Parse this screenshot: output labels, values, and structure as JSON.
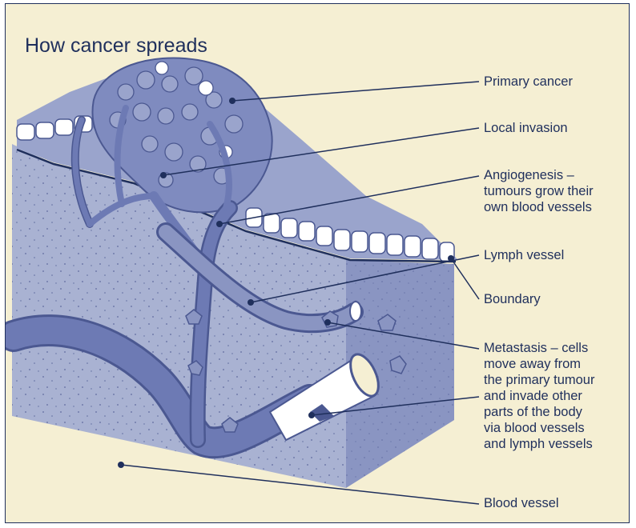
{
  "title": "How cancer spreads",
  "colors": {
    "background": "#f5efd3",
    "ink": "#1f2f5c",
    "tissue": "#a9b2d2",
    "vessel": "#5b6aa6",
    "cells": "#7f8bbf"
  },
  "labels": {
    "primary_cancer": "Primary cancer",
    "local_invasion": "Local invasion",
    "angiogenesis": [
      "Angiogenesis –",
      "tumours grow their",
      "own blood vessels"
    ],
    "lymph_vessel": "Lymph vessel",
    "boundary": "Boundary",
    "metastasis": [
      "Metastasis – cells",
      "move away from",
      "the primary tumour",
      "and invade other",
      "parts of the body",
      "via blood vessels",
      "and lymph vessels"
    ],
    "blood_vessel": "Blood vessel"
  }
}
